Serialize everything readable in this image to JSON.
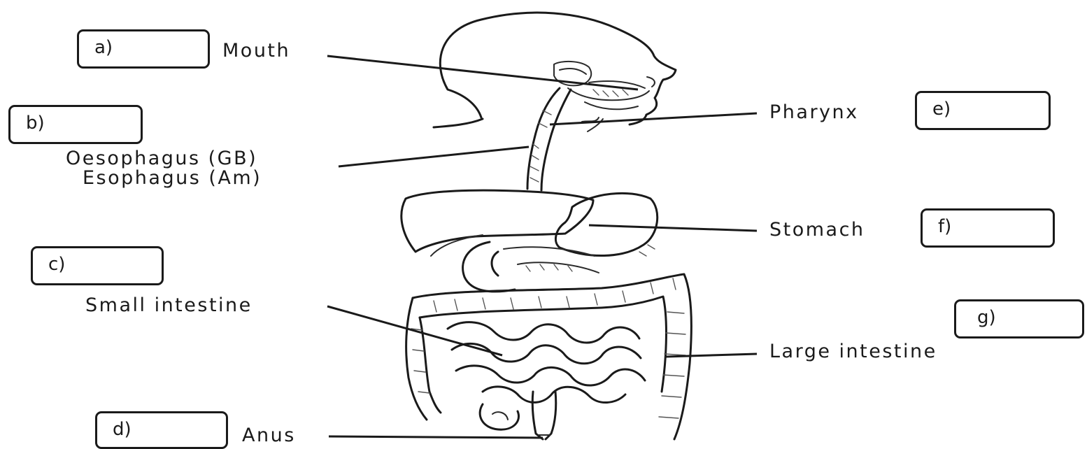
{
  "answer_boxes": [
    {
      "id": "a",
      "text": "a)"
    },
    {
      "id": "b",
      "text": "b)"
    },
    {
      "id": "c",
      "text": "c)"
    },
    {
      "id": "d",
      "text": "d)"
    },
    {
      "id": "e",
      "text": "e)"
    },
    {
      "id": "f",
      "text": "f)"
    },
    {
      "id": "g",
      "text": "g)"
    }
  ],
  "labels": {
    "mouth": "Mouth",
    "pharynx": "Pharynx",
    "oesophagus_gb": "Oesophagus (GB)",
    "esophagus_am": "Esophagus (Am)",
    "stomach": "Stomach",
    "small_intestine": "Small intestine",
    "large_intestine": "Large intestine",
    "anus": "Anus"
  }
}
